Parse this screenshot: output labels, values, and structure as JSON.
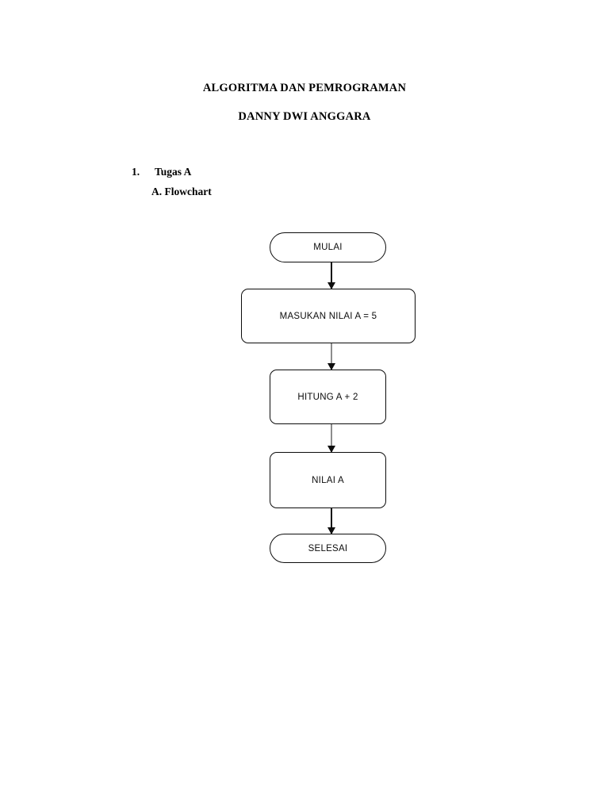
{
  "document": {
    "title_line_1": "ALGORITMA DAN PEMROGRAMAN",
    "title_line_2": "DANNY DWI ANGGARA"
  },
  "outline": {
    "number": "1.",
    "item_label": "Tugas A",
    "sub_item_label": "A. Flowchart"
  },
  "flowchart": {
    "nodes": [
      {
        "id": "mulai",
        "label": "MULAI",
        "shape": "terminator"
      },
      {
        "id": "masukan",
        "label": "MASUKAN NILAI A = 5",
        "shape": "process"
      },
      {
        "id": "hitung",
        "label": "HITUNG A + 2",
        "shape": "process"
      },
      {
        "id": "nilai",
        "label": "NILAI A",
        "shape": "process"
      },
      {
        "id": "selesai",
        "label": "SELESAI",
        "shape": "terminator"
      }
    ],
    "connectors": [
      {
        "from": "mulai",
        "to": "masukan",
        "line_color": "#0d0d0d",
        "arrow_color": "#0d0d0d"
      },
      {
        "from": "masukan",
        "to": "hitung",
        "line_color": "#8c8c8c",
        "arrow_color": "#0d0d0d"
      },
      {
        "from": "hitung",
        "to": "nilai",
        "line_color": "#8c8c8c",
        "arrow_color": "#0d0d0d"
      },
      {
        "from": "nilai",
        "to": "selesai",
        "line_color": "#0d0d0d",
        "arrow_color": "#0d0d0d"
      }
    ]
  },
  "colors": {
    "page_background": "#ffffff",
    "ink": "#0d0d0d",
    "connector_gray": "#8c8c8c"
  }
}
